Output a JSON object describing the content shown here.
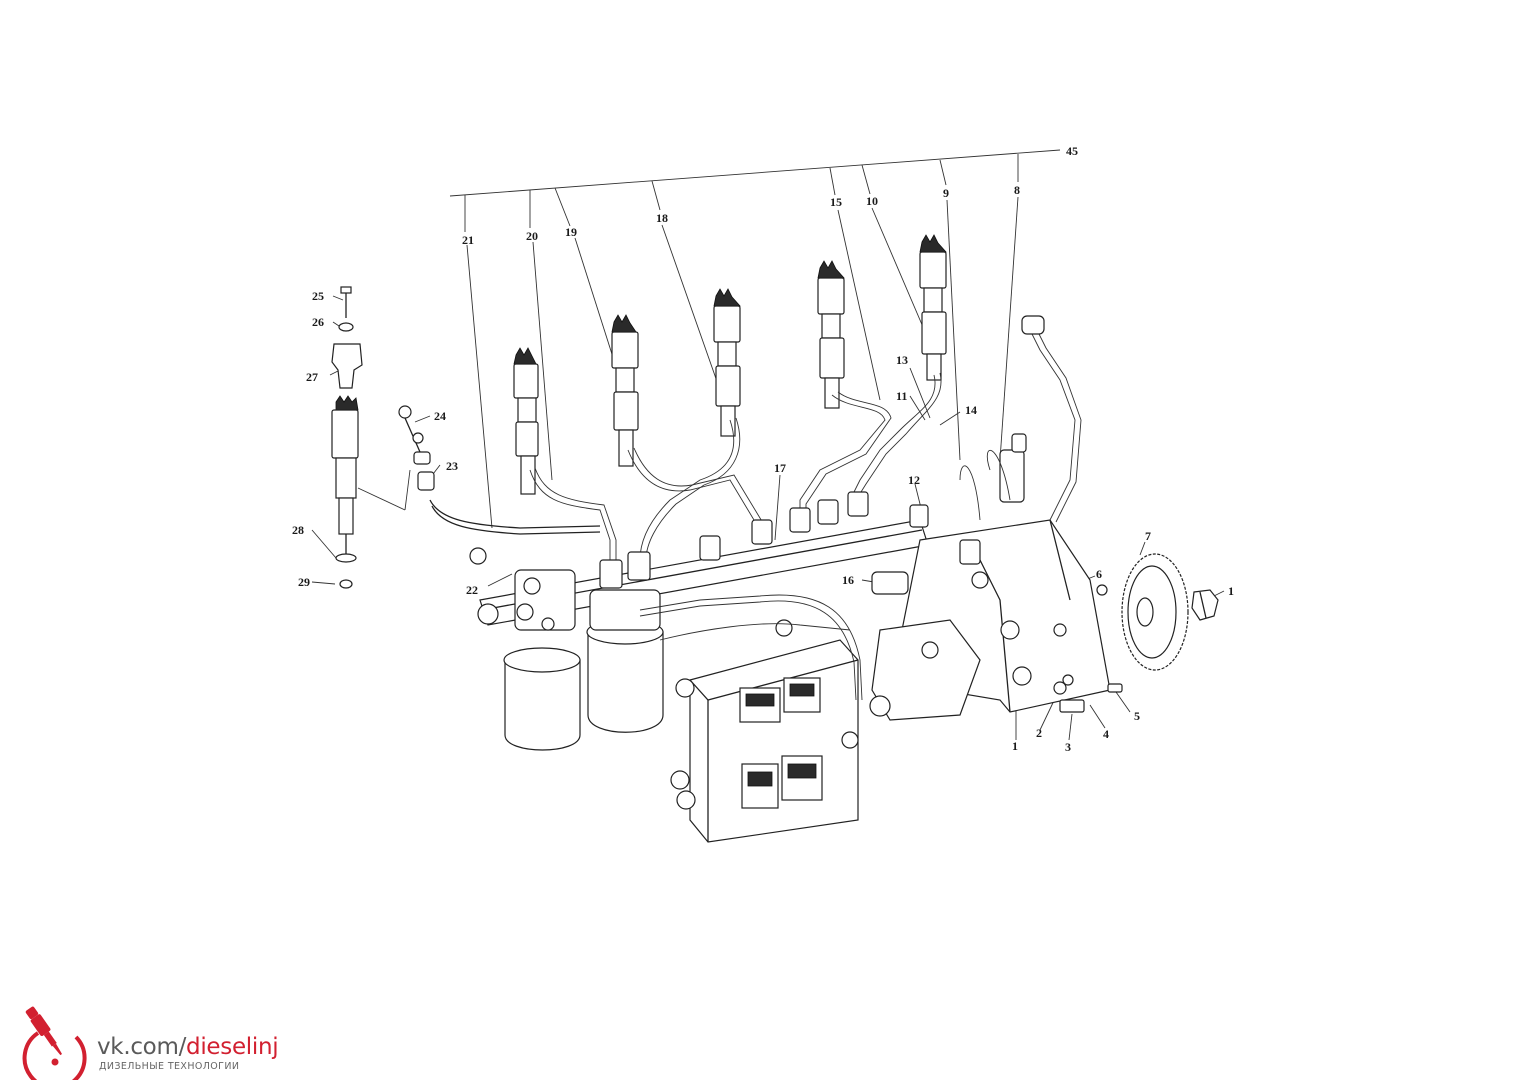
{
  "callouts": [
    "1",
    "1",
    "2",
    "3",
    "4",
    "5",
    "6",
    "7",
    "8",
    "9",
    "10",
    "11",
    "12",
    "13",
    "14",
    "15",
    "16",
    "17",
    "18",
    "19",
    "20",
    "21",
    "22",
    "23",
    "24",
    "25",
    "26",
    "27",
    "28",
    "29",
    "45"
  ],
  "watermark": {
    "url_prefix": "vk.com/",
    "url_accent": "dieselinj",
    "subtitle": "ДИЗЕЛЬНЫЕ ТЕХНОЛОГИИ",
    "logo_icon": "injector-in-circle-icon",
    "accent_color": "#d22030",
    "text_color": "#5a5a5a"
  }
}
